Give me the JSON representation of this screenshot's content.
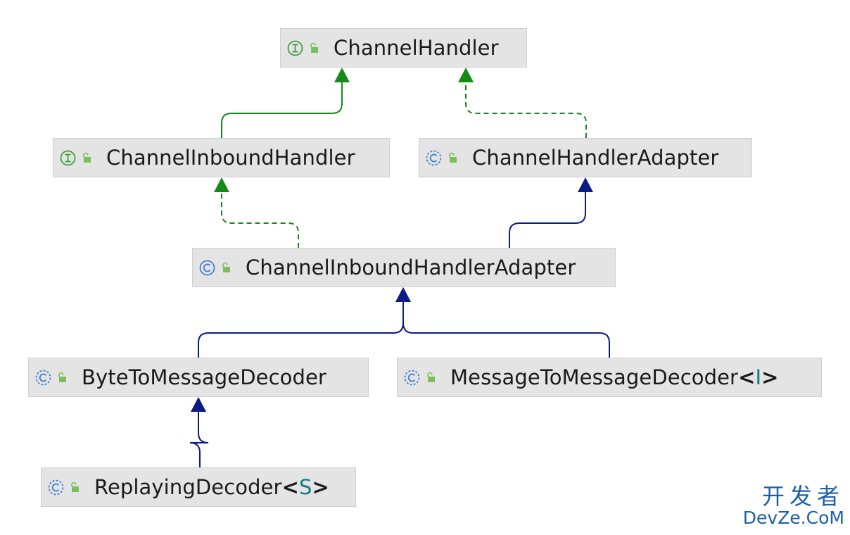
{
  "colors": {
    "interface_icon": "#3a9b3a",
    "class_icon": "#3c7bd6",
    "lock_icon": "#7bbf5c",
    "extends_edge": "#0c1a86",
    "implements_edge": "#168a16",
    "node_fill": "#e4e4e4",
    "type_param": "#0f7d86",
    "watermark": "#1d5fa8"
  },
  "nodes": [
    {
      "id": "channel-handler",
      "kind": "interface",
      "icon": "interface-icon",
      "name": "ChannelHandler",
      "type_param": ""
    },
    {
      "id": "channel-inbound-handler",
      "kind": "interface",
      "icon": "interface-icon",
      "name": "ChannelInboundHandler",
      "type_param": ""
    },
    {
      "id": "channel-handler-adapter",
      "kind": "abstract-class",
      "icon": "abstract-class-icon",
      "name": "ChannelHandlerAdapter",
      "type_param": ""
    },
    {
      "id": "channel-inbound-handler-adapter",
      "kind": "class",
      "icon": "class-icon",
      "name": "ChannelInboundHandlerAdapter",
      "type_param": ""
    },
    {
      "id": "byte-to-message-decoder",
      "kind": "abstract-class",
      "icon": "abstract-class-icon",
      "name": "ByteToMessageDecoder",
      "type_param": ""
    },
    {
      "id": "message-to-message-decoder",
      "kind": "abstract-class",
      "icon": "abstract-class-icon",
      "name": "MessageToMessageDecoder",
      "type_param": "I"
    },
    {
      "id": "replaying-decoder",
      "kind": "abstract-class",
      "icon": "abstract-class-icon",
      "name": "ReplayingDecoder",
      "type_param": "S"
    }
  ],
  "edges": [
    {
      "from": "channel-inbound-handler",
      "to": "channel-handler",
      "relation": "extends-interface",
      "style": "solid",
      "color": "#168a16"
    },
    {
      "from": "channel-handler-adapter",
      "to": "channel-handler",
      "relation": "implements",
      "style": "dashed",
      "color": "#168a16"
    },
    {
      "from": "channel-inbound-handler-adapter",
      "to": "channel-inbound-handler",
      "relation": "implements",
      "style": "dashed",
      "color": "#168a16"
    },
    {
      "from": "channel-inbound-handler-adapter",
      "to": "channel-handler-adapter",
      "relation": "extends",
      "style": "solid",
      "color": "#0c1a86"
    },
    {
      "from": "byte-to-message-decoder",
      "to": "channel-inbound-handler-adapter",
      "relation": "extends",
      "style": "solid",
      "color": "#0c1a86"
    },
    {
      "from": "message-to-message-decoder",
      "to": "channel-inbound-handler-adapter",
      "relation": "extends",
      "style": "solid",
      "color": "#0c1a86"
    },
    {
      "from": "replaying-decoder",
      "to": "byte-to-message-decoder",
      "relation": "extends",
      "style": "solid",
      "color": "#0c1a86"
    }
  ],
  "watermark": {
    "line1": "开发者",
    "line2": "DevZe.CoM"
  }
}
